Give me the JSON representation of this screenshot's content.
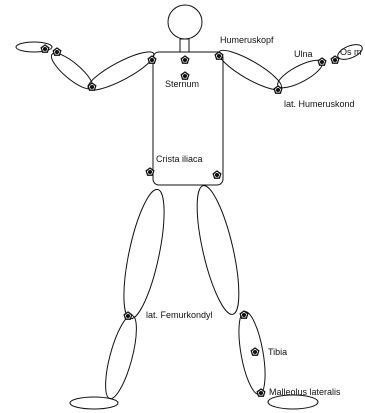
{
  "labels": {
    "humeruskopf": "Humeruskopf",
    "ulna": "Ulna",
    "os_m": "Os m",
    "sternum": "Sternum",
    "lat_humeruskond": "lat. Humeruskond",
    "crista_iliaca": "Crista iliaca",
    "lat_femurkondyl": "lat. Femurkondyl",
    "tibia": "Tibia",
    "malleolus_lateralis": "Malleolus lateralis"
  },
  "colors": {
    "outline": "#111111",
    "marker_fill": "#ffffff"
  }
}
